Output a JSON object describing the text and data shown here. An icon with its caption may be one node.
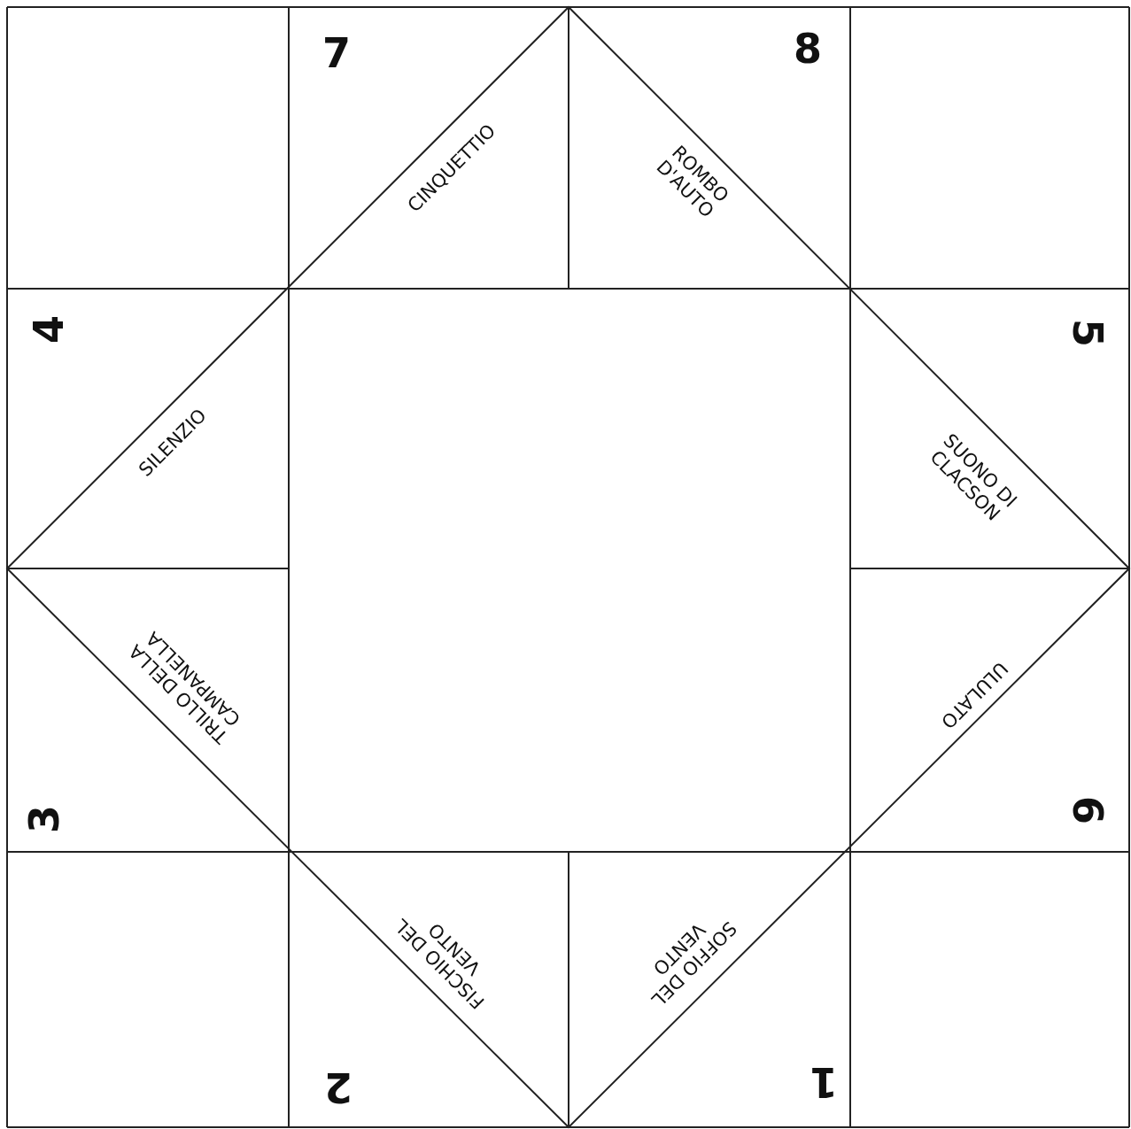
{
  "diagram": {
    "labels": [
      "7",
      "8",
      "CINQUETTIO",
      "ROMBO D'AUTO",
      "4",
      "5",
      "SILENZIO",
      "SUONO DI CLACSON",
      "TRILLO DELLA CAMPANELLA",
      "ULULATO",
      "3",
      "6",
      "FISCHIO DEL VENTO",
      "SOFFIO DEL VENTO",
      "2",
      "1"
    ]
  }
}
